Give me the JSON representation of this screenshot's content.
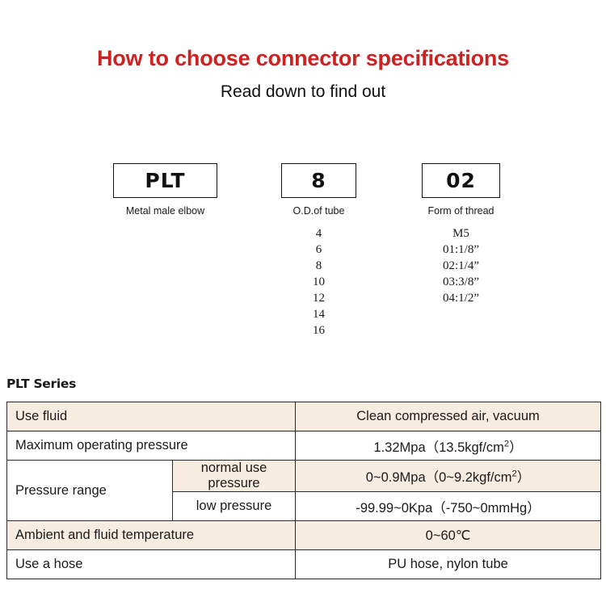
{
  "header": {
    "title": "How to choose connector specifications",
    "subtitle": "Read down to find out"
  },
  "code_breakdown": {
    "groups": [
      {
        "code": "PLT",
        "caption": "Metal male elbow",
        "options": []
      },
      {
        "code": "8",
        "caption": "O.D.of tube",
        "options": [
          "4",
          "6",
          "8",
          "10",
          "12",
          "14",
          "16"
        ]
      },
      {
        "code": "02",
        "caption": "Form of thread",
        "options": [
          "M5",
          "01:1/8”",
          "02:1/4”",
          "03:3/8”",
          "04:1/2”"
        ]
      }
    ]
  },
  "spec": {
    "series_label": "PLT Series",
    "rows": {
      "use_fluid_label": "Use fluid",
      "use_fluid_value": "Clean compressed air, vacuum",
      "max_pressure_label": "Maximum operating pressure",
      "max_pressure_value_main": "1.32Mpa（13.5kgf/cm",
      "max_pressure_value_sup": "2",
      "max_pressure_value_end": "）",
      "pressure_range_label": "Pressure range",
      "normal_use_label": "normal use pressure",
      "normal_use_value_main": "0~0.9Mpa（0~9.2kgf/cm",
      "normal_use_value_sup": "2",
      "normal_use_value_end": "）",
      "low_pressure_label": "low pressure",
      "low_pressure_value": "-99.99~0Kpa（-750~0mmHg）",
      "temperature_label": "Ambient and fluid temperature",
      "temperature_value": "0~60℃",
      "hose_label": "Use a hose",
      "hose_value": "PU hose, nylon tube"
    }
  },
  "colors": {
    "title_red": "#cc2222",
    "row_tint": "#f7ece0",
    "border": "#2b2b2b",
    "text": "#1a1a1a"
  }
}
